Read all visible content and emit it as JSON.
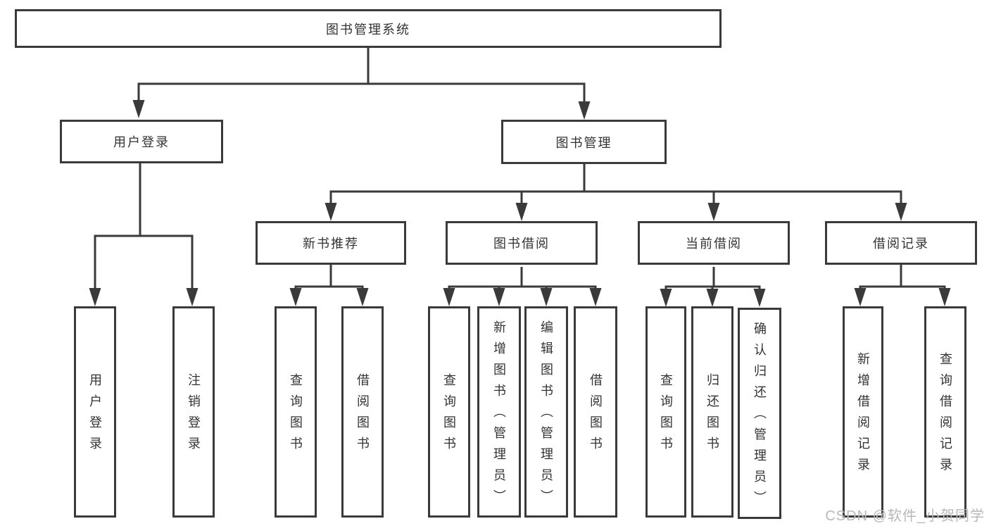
{
  "diagram": {
    "root": "图书管理系统",
    "user_branch": {
      "label": "用户登录",
      "children": [
        "用户登录",
        "注销登录"
      ]
    },
    "book_branch": {
      "label": "图书管理",
      "groups": [
        {
          "label": "新书推荐",
          "children": [
            "查询图书",
            "借阅图书"
          ]
        },
        {
          "label": "图书借阅",
          "children": [
            "查询图书",
            "新增图书（管理员）",
            "编辑图书（管理员）",
            "借阅图书"
          ]
        },
        {
          "label": "当前借阅",
          "children": [
            "查询图书",
            "归还图书",
            "确认归还（管理员）"
          ]
        },
        {
          "label": "借阅记录",
          "children": [
            "新增借阅记录",
            "查询借阅记录"
          ]
        }
      ]
    }
  },
  "watermark": "CSDN @软件_小贺同学",
  "colors": {
    "line": "#3a3a3a",
    "text": "#333333",
    "watermark": "#b8b8b8",
    "background": "#ffffff"
  }
}
